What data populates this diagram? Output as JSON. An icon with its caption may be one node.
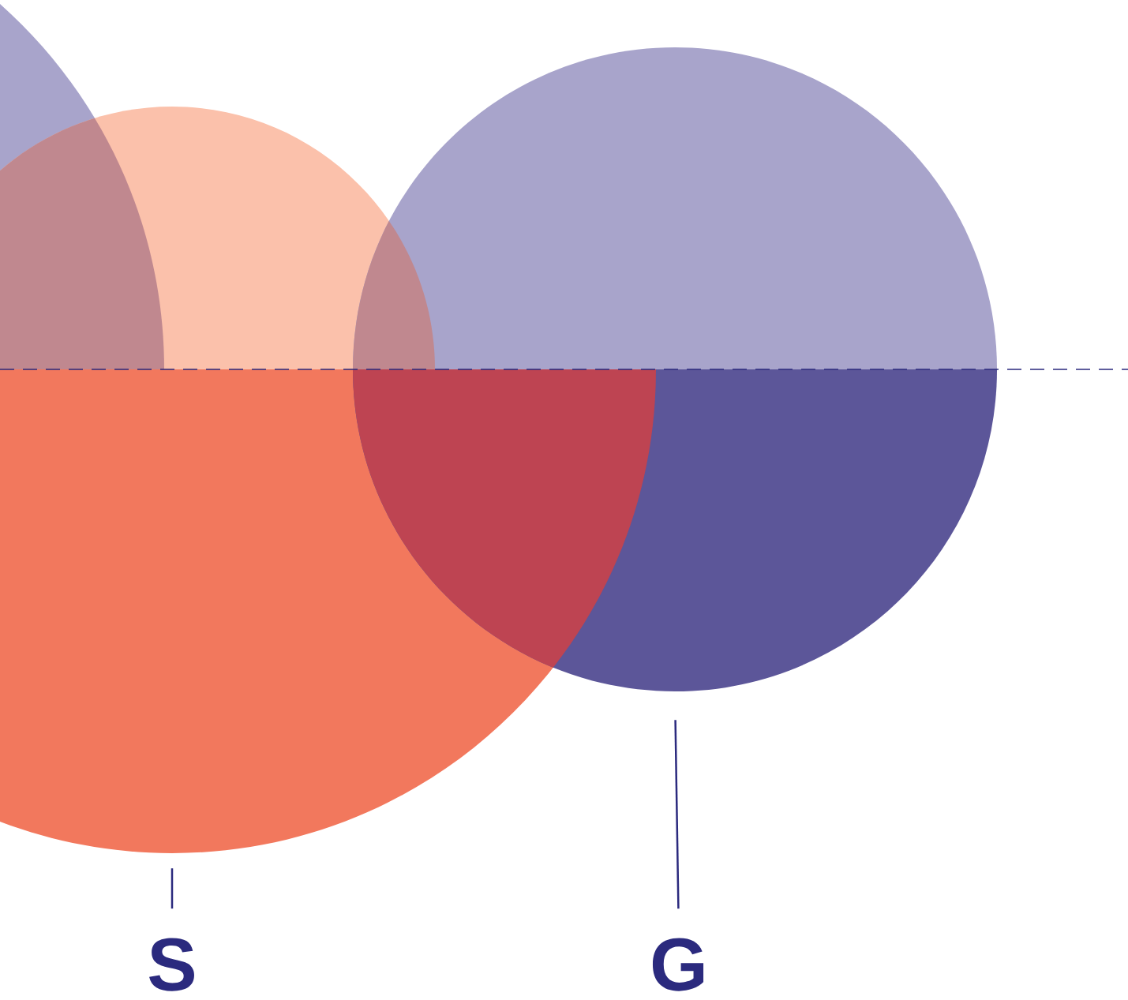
{
  "diagram": {
    "nodes": [
      {
        "text": [],
        "shape": "circle"
      },
      {
        "text": [],
        "shape": "circle"
      },
      {
        "text": [],
        "shape": "circle"
      },
      {
        "text": [
          "S"
        ]
      },
      {
        "text": [
          "G"
        ]
      }
    ],
    "edges": [
      {
        "from": 3,
        "to": 1,
        "arrow": "none"
      },
      {
        "from": 4,
        "to": 2,
        "arrow": "none"
      }
    ]
  }
}
